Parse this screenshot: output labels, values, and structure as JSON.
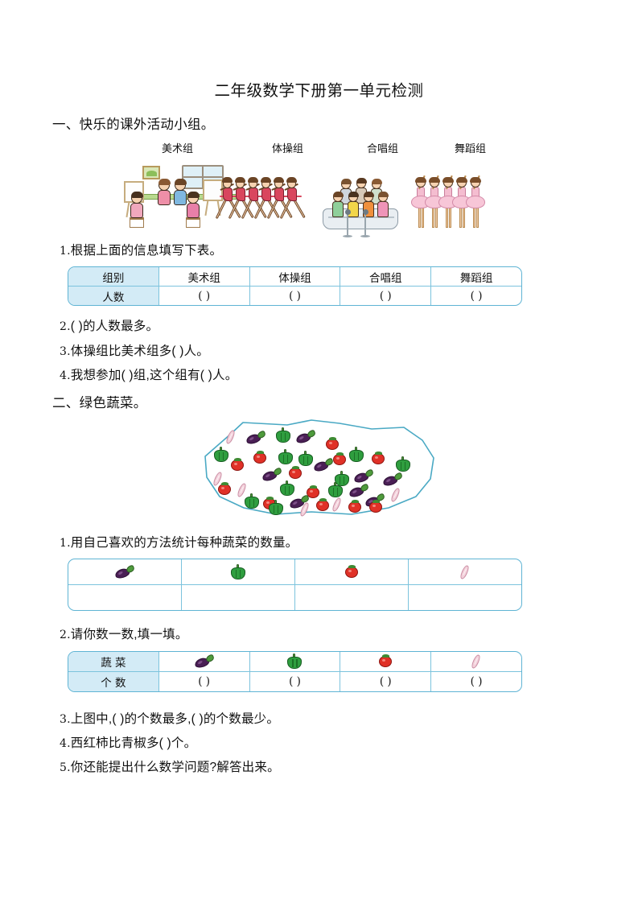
{
  "document": {
    "title": "二年级数学下册第一单元检测"
  },
  "section1": {
    "heading": "一、快乐的课外活动小组。",
    "group_labels": [
      "美术组",
      "体操组",
      "合唱组",
      "舞蹈组"
    ],
    "illustration": {
      "scenes": [
        {
          "name": "art-group",
          "label": "美术组",
          "people": 4
        },
        {
          "name": "gymnastics-group",
          "label": "体操组",
          "people": 6
        },
        {
          "name": "choir-group",
          "label": "合唱组",
          "people": 7
        },
        {
          "name": "dance-group",
          "label": "舞蹈组",
          "people": 5
        }
      ]
    },
    "questions": [
      {
        "num": "1.",
        "text": "根据上面的信息填写下表。"
      },
      {
        "num": "2.",
        "text": "(            )的人数最多。"
      },
      {
        "num": "3.",
        "text": "体操组比美术组多(      )人。"
      },
      {
        "num": "4.",
        "text": "我想参加(            )组,这个组有(      )人。"
      }
    ],
    "table": {
      "row_headers": [
        "组别",
        "人数"
      ],
      "columns": [
        "美术组",
        "体操组",
        "合唱组",
        "舞蹈组"
      ],
      "answers": [
        "(      )",
        "(      )",
        "(      )",
        "(      )"
      ]
    }
  },
  "section2": {
    "heading": "二、绿色蔬菜。",
    "questions": [
      {
        "num": "1.",
        "text": "用自己喜欢的方法统计每种蔬菜的数量。"
      },
      {
        "num": "2.",
        "text": "请你数一数,填一填。"
      },
      {
        "num": "3.",
        "text": "上图中,(        )的个数最多,(        )的个数最少。"
      },
      {
        "num": "4.",
        "text": "西红柿比青椒多(      )个。"
      },
      {
        "num": "5.",
        "text": "你还能提出什么数学问题?解答出来。"
      }
    ],
    "vegetable_icons": [
      "eggplant-icon",
      "green-pepper-icon",
      "tomato-icon",
      "cucumber-icon"
    ],
    "tally_table": {
      "header_icons": [
        "eggplant-icon",
        "green-pepper-icon",
        "tomato-icon",
        "cucumber-icon"
      ],
      "answer_row": [
        "",
        "",
        "",
        ""
      ]
    },
    "count_table": {
      "row_headers": [
        "蔬 菜",
        "个 数"
      ],
      "header_icons": [
        "eggplant-icon",
        "green-pepper-icon",
        "tomato-icon",
        "cucumber-icon"
      ],
      "answers": [
        "(      )",
        "(      )",
        "(      )",
        "(      )"
      ]
    }
  },
  "colors": {
    "table_border": "#5fb4d4",
    "table_grid": "#7cc3dd",
    "header_fill": "#d3ebf6",
    "blob_outline": "#4aa9c4",
    "eggplant": "#4a1f55",
    "pepper": "#2f9e3f",
    "tomato": "#e03127",
    "cucumber": "#f2d0da"
  }
}
